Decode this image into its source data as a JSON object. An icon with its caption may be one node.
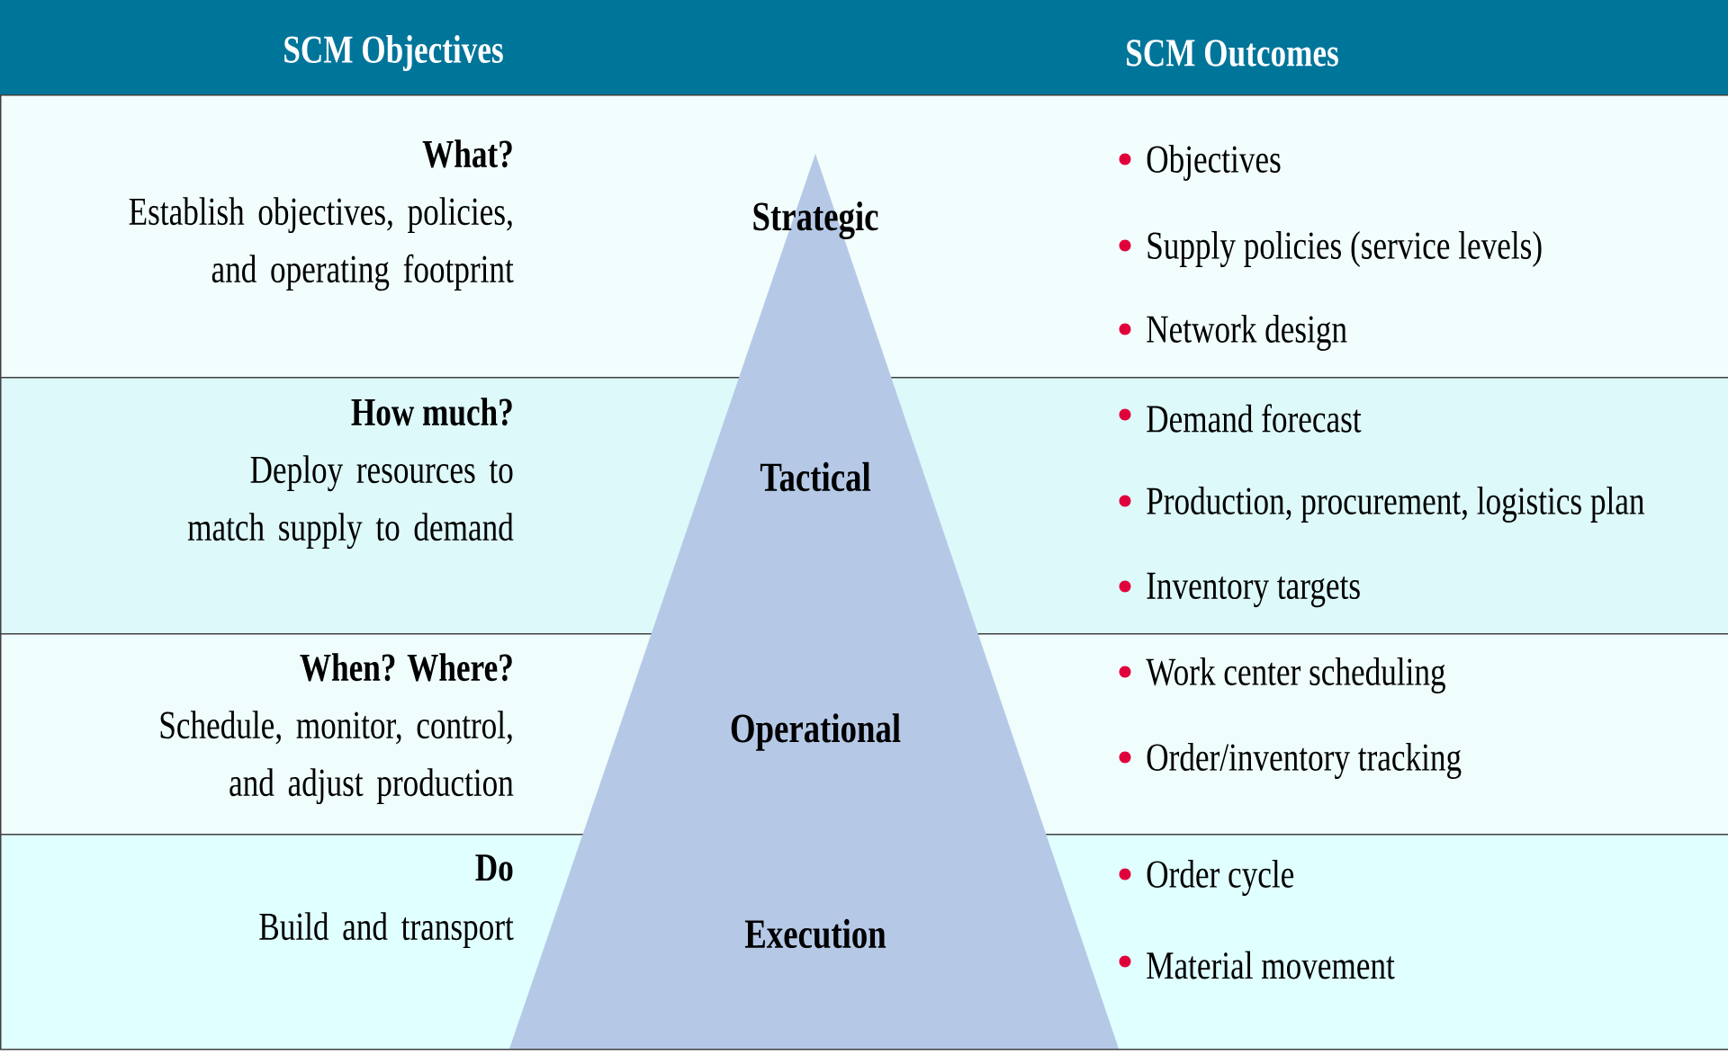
{
  "diagram": {
    "nodes": [
      {
        "text": [
          "What?",
          "Establish objectives, policies, and operating footprint",
          "Strategic",
          "Objectives",
          "Supply policies (service levels)",
          "Network design"
        ]
      },
      {
        "text": [
          "How much?",
          "Deploy resources to match supply to demand",
          "Tactical",
          "Demand forecast",
          "Production, procurement, logistics plan",
          "Inventory targets"
        ]
      },
      {
        "text": [
          "When? Where?",
          "Schedule, monitor, control, and adjust production",
          "Operational",
          "Work center scheduling",
          "Order/inventory tracking"
        ]
      },
      {
        "text": [
          "Do",
          "Build and transport",
          "Execution",
          "Order cycle",
          "Material movement"
        ]
      }
    ],
    "labels": [
      "SCM Objectives",
      "SCM Outcomes"
    ]
  }
}
